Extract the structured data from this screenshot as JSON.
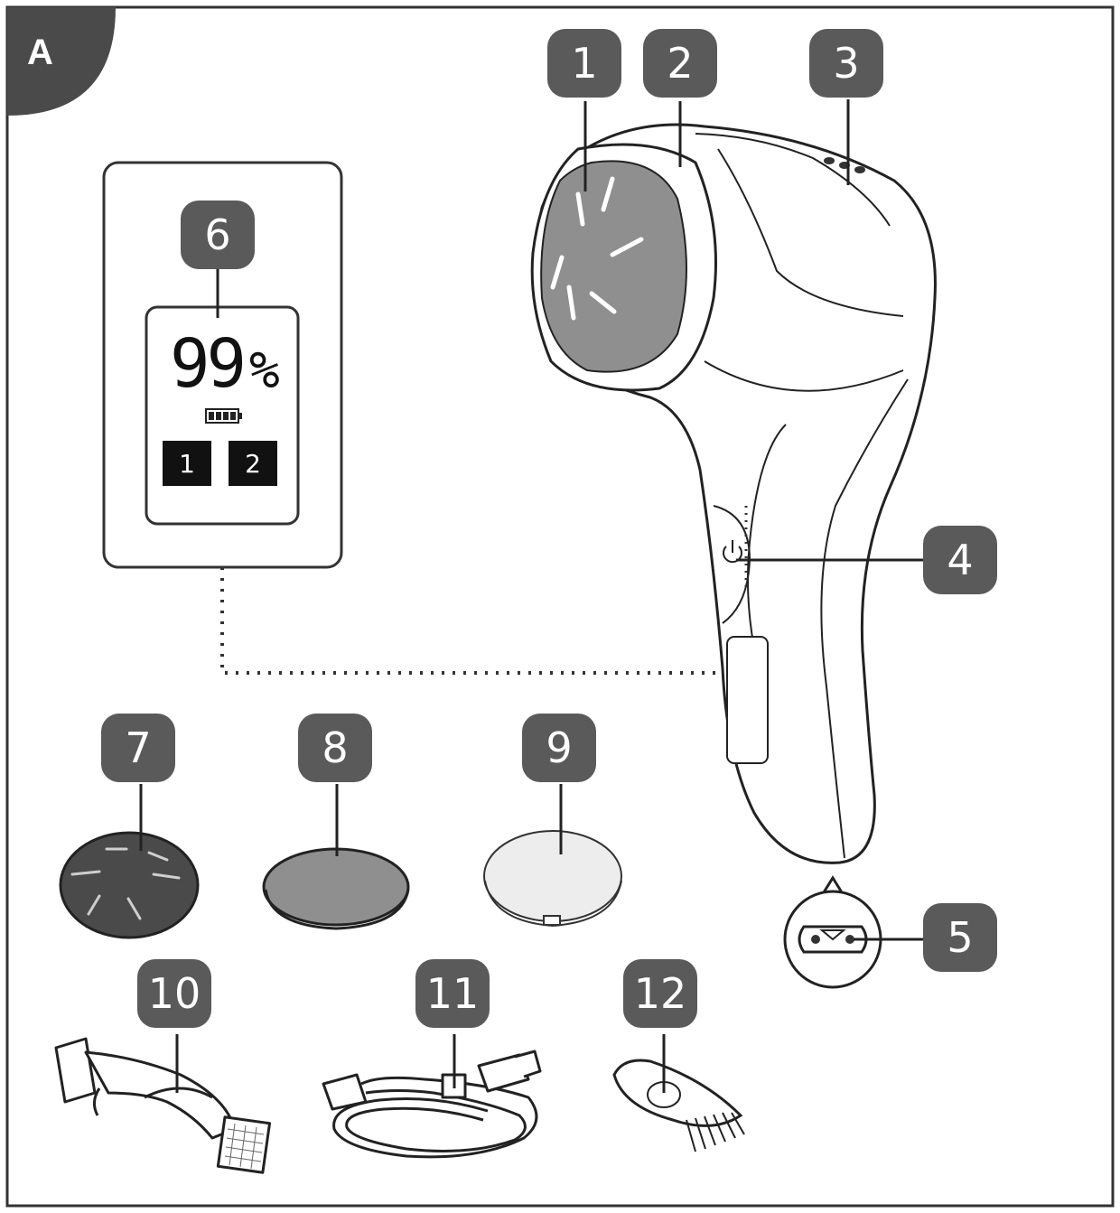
{
  "figure": {
    "section_label": "A",
    "display": {
      "percent_value": "99",
      "percent_sign": "%",
      "mode_labels": [
        "1",
        "2"
      ]
    },
    "callouts": [
      {
        "number": "1"
      },
      {
        "number": "2"
      },
      {
        "number": "3"
      },
      {
        "number": "4"
      },
      {
        "number": "5"
      },
      {
        "number": "6"
      },
      {
        "number": "7"
      },
      {
        "number": "8"
      },
      {
        "number": "9"
      },
      {
        "number": "10"
      },
      {
        "number": "11"
      },
      {
        "number": "12"
      }
    ]
  },
  "colors": {
    "callout_fill": "#5a5a5a",
    "line": "#222222",
    "disc_dark": "#4a4a4a",
    "disc_mid": "#9a9a9a",
    "disc_light": "#ededed"
  }
}
